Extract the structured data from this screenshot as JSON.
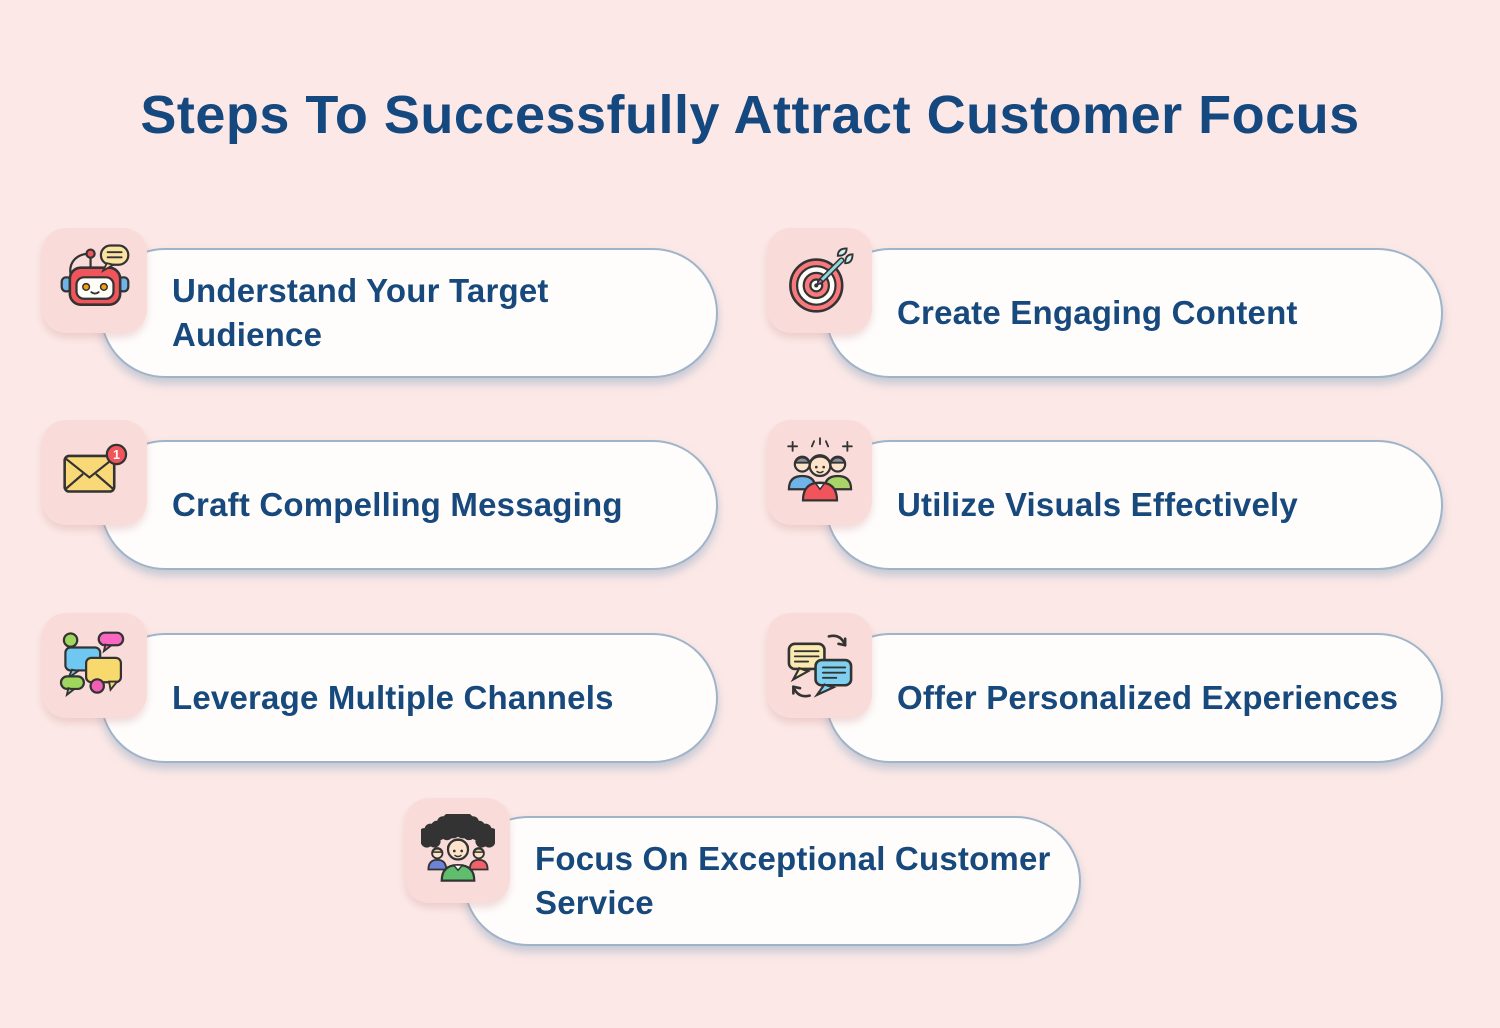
{
  "page": {
    "title": "Steps To Successfully Attract Customer Focus"
  },
  "colors": {
    "background": "#fce9e7",
    "icon_tile": "#f9dcda",
    "pill_background": "#fffdfc",
    "pill_border": "#9fb4c8",
    "title_text": "#14487e",
    "step_text": "#17497d",
    "accent_coral": "#f2545b",
    "accent_blue": "#6fb3e8",
    "accent_yellow": "#f9d878",
    "accent_green": "#9ed65e",
    "accent_pink": "#f967c0"
  },
  "steps": [
    {
      "label": "Understand Your Target Audience",
      "icon": "robot-chatbot-icon"
    },
    {
      "label": "Create Engaging Content",
      "icon": "dartboard-target-icon"
    },
    {
      "label": "Craft Compelling Messaging",
      "icon": "envelope-notification-icon",
      "badge": "1"
    },
    {
      "label": "Utilize Visuals Effectively",
      "icon": "people-group-icon"
    },
    {
      "label": "Leverage Multiple Channels",
      "icon": "chat-bubbles-icon"
    },
    {
      "label": "Offer Personalized Experiences",
      "icon": "message-exchange-icon"
    },
    {
      "label": "Focus On Exceptional Customer Service",
      "icon": "customer-rating-icon"
    }
  ]
}
